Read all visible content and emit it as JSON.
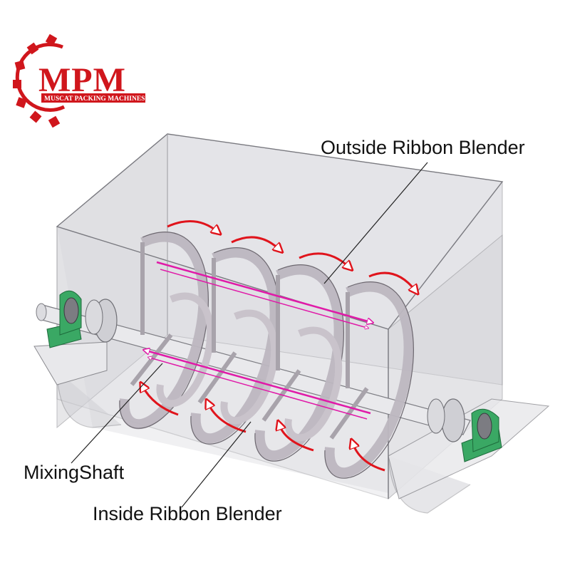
{
  "logo": {
    "brand": "MPM",
    "tagline": "MUSCAT PACKING MACHINES",
    "color": "#d0161c"
  },
  "labels": {
    "outside_ribbon": "Outside Ribbon Blender",
    "mixing_shaft": "MixingShaft",
    "inside_ribbon": "Inside Ribbon Blender"
  },
  "colors": {
    "flow_arrow": "#e0141c",
    "axial_arrow": "#e01aa8",
    "bearing": "#3aa864",
    "tank": "#d4d4d8",
    "ribbon": "#c4bfc6"
  }
}
